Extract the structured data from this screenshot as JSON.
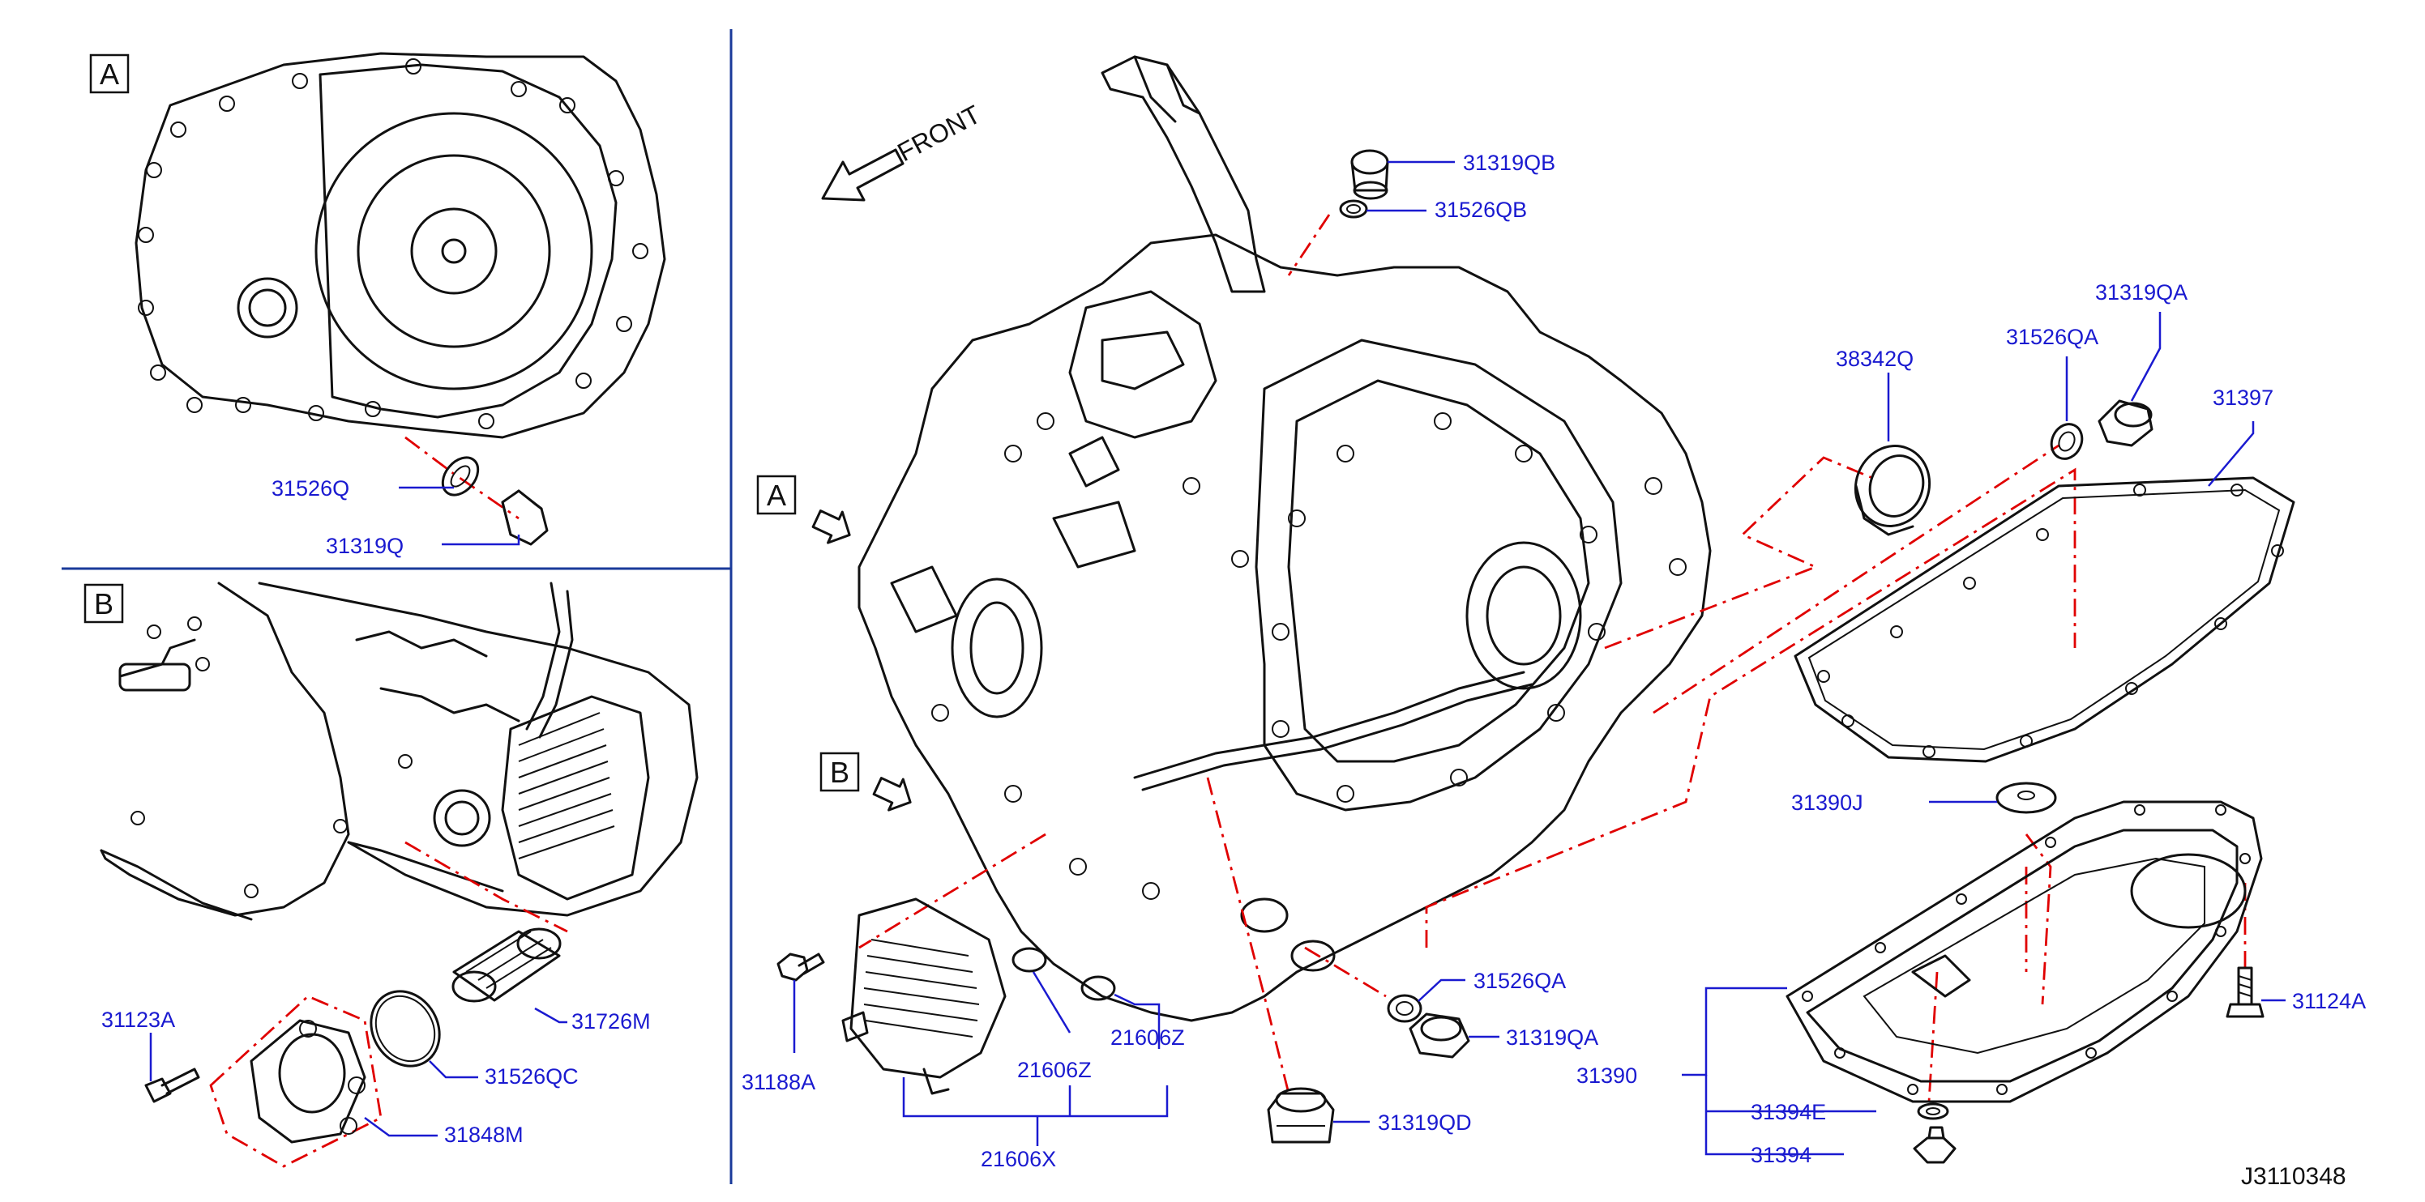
{
  "diagram": {
    "code": "J3110348",
    "front_label": "FRONT",
    "panels": {
      "a_letter": "A",
      "b_letter": "B",
      "main_a_letter": "A",
      "main_b_letter": "B"
    },
    "labels": {
      "l_31526Q": "31526Q",
      "l_31319Q": "31319Q",
      "l_31123A": "31123A",
      "l_31726M": "31726M",
      "l_31526QC": "31526QC",
      "l_31848M": "31848M",
      "l_31319QB": "31319QB",
      "l_31526QB": "31526QB",
      "l_38342Q": "38342Q",
      "l_31526QA_top": "31526QA",
      "l_31319QA_top": "31319QA",
      "l_31397": "31397",
      "l_31390J": "31390J",
      "l_31124A": "31124A",
      "l_31390": "31390",
      "l_31394E": "31394E",
      "l_31394": "31394",
      "l_31188A": "31188A",
      "l_21606Z_a": "21606Z",
      "l_21606Z_b": "21606Z",
      "l_21606X": "21606X",
      "l_31526QA_bot": "31526QA",
      "l_31319QA_bot": "31319QA",
      "l_31319QD": "31319QD"
    }
  },
  "colors": {
    "label": "#1a1ad0",
    "outline": "#111111",
    "phantom_line": "#e00000",
    "divider": "#1a3a9a"
  }
}
